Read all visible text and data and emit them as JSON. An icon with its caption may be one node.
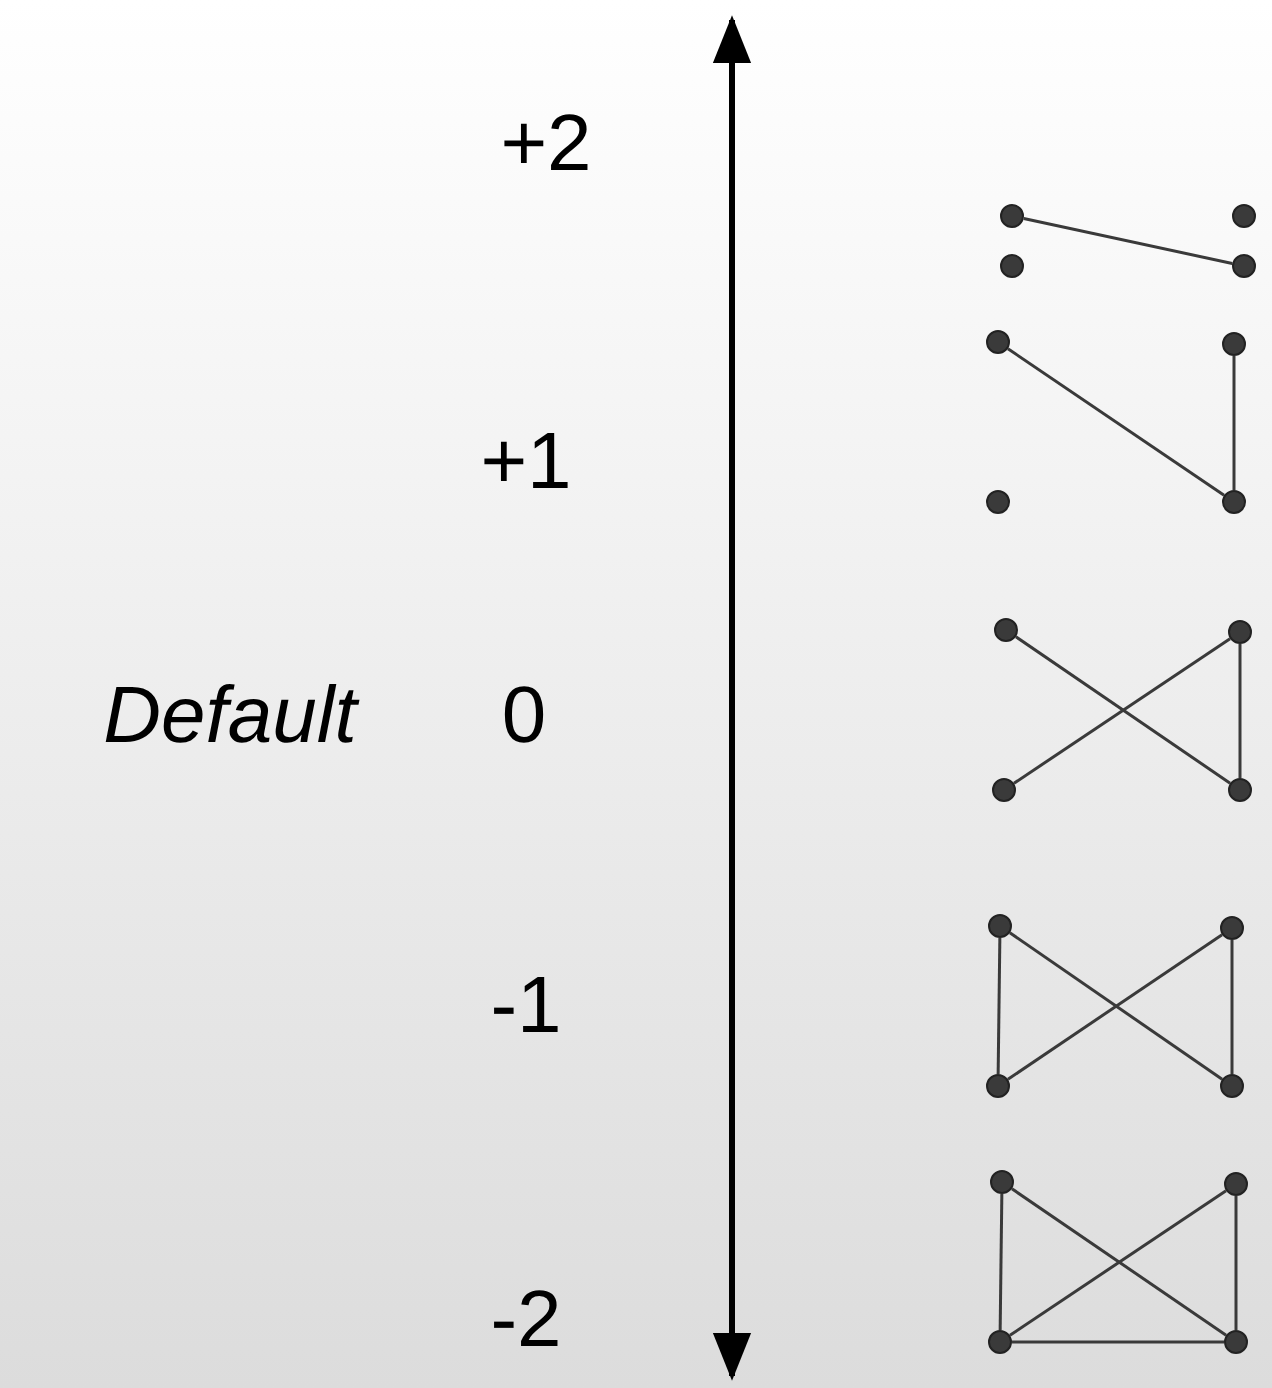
{
  "diagram": {
    "nodes": [
      {
        "text": [],
        "shape": "circle"
      },
      {
        "text": [],
        "shape": "circle"
      },
      {
        "text": [],
        "shape": "circle"
      },
      {
        "text": [],
        "shape": "circle"
      },
      {
        "text": [],
        "shape": "circle"
      },
      {
        "text": [],
        "shape": "circle"
      },
      {
        "text": [],
        "shape": "circle"
      },
      {
        "text": [],
        "shape": "circle"
      },
      {
        "text": [],
        "shape": "circle"
      },
      {
        "text": [],
        "shape": "circle"
      },
      {
        "text": [],
        "shape": "circle"
      },
      {
        "text": [],
        "shape": "circle"
      },
      {
        "text": [],
        "shape": "circle"
      },
      {
        "text": [],
        "shape": "circle"
      },
      {
        "text": [],
        "shape": "circle"
      },
      {
        "text": [],
        "shape": "circle"
      },
      {
        "text": [],
        "shape": "circle"
      },
      {
        "text": [],
        "shape": "circle"
      },
      {
        "text": [],
        "shape": "circle"
      },
      {
        "text": [],
        "shape": "circle"
      }
    ],
    "edges": [
      {
        "from": 0,
        "to": 3,
        "arrow": "none"
      },
      {
        "from": 4,
        "to": 7,
        "arrow": "none"
      },
      {
        "from": 5,
        "to": 7,
        "arrow": "none"
      },
      {
        "from": 8,
        "to": 11,
        "arrow": "none"
      },
      {
        "from": 10,
        "to": 9,
        "arrow": "none"
      },
      {
        "from": 9,
        "to": 11,
        "arrow": "none"
      },
      {
        "from": 12,
        "to": 14,
        "arrow": "none"
      },
      {
        "from": 12,
        "to": 15,
        "arrow": "none"
      },
      {
        "from": 14,
        "to": 13,
        "arrow": "none"
      },
      {
        "from": 13,
        "to": 15,
        "arrow": "none"
      },
      {
        "from": 16,
        "to": 18,
        "arrow": "none"
      },
      {
        "from": 16,
        "to": 19,
        "arrow": "none"
      },
      {
        "from": 17,
        "to": 18,
        "arrow": "none"
      },
      {
        "from": 17,
        "to": 19,
        "arrow": "none"
      },
      {
        "from": 18,
        "to": 19,
        "arrow": "none"
      }
    ],
    "labels": [
      "+2",
      "+1",
      "Default",
      "0",
      "-1",
      "-2"
    ]
  }
}
